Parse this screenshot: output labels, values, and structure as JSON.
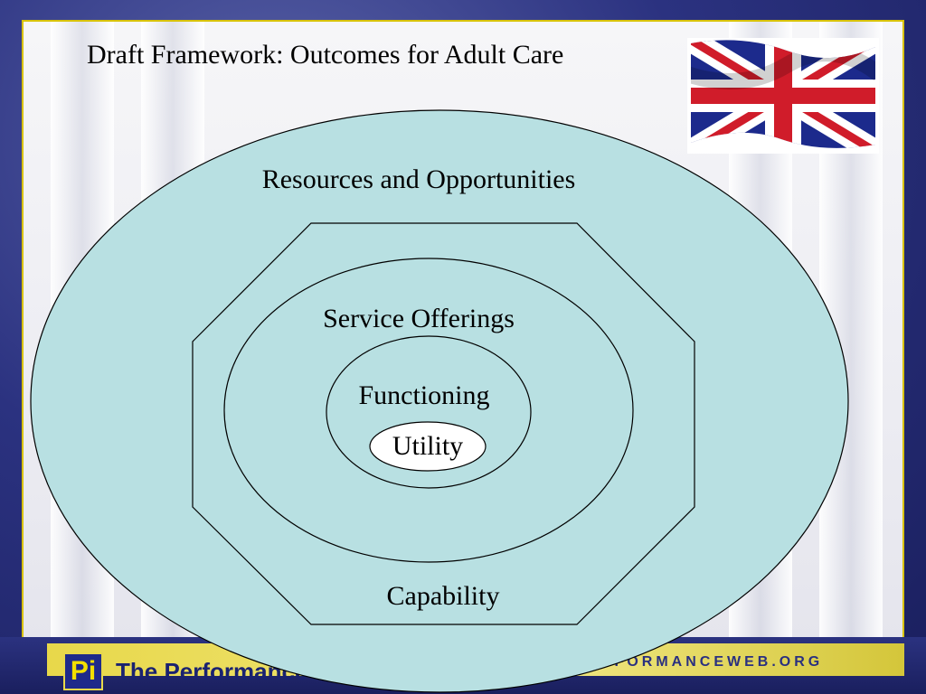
{
  "slide": {
    "title": "Draft Framework: Outcomes for Adult Care",
    "footer_logo": "Pi",
    "footer_brand": "The Performance",
    "footer_url": "RFORMANCEWEB.ORG"
  },
  "diagram": {
    "outer_label": "Resources and Opportunities",
    "octagon_label": "Capability",
    "service_label": "Service Offerings",
    "functioning_label": "Functioning",
    "core_label": "Utility"
  },
  "colors": {
    "fill": "#b8e0e2",
    "core_fill": "#ffffff",
    "border_accent": "#d8c200",
    "background": "#1e2466"
  },
  "icons": [
    "union-jack-flag-icon",
    "pi-logo-icon"
  ]
}
